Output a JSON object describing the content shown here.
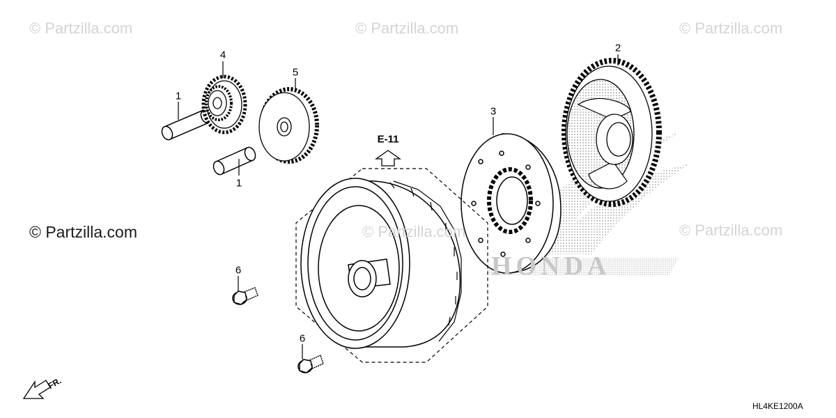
{
  "watermarks": {
    "faint": [
      "© Partzilla.com",
      "© Partzilla.com",
      "© Partzilla.com",
      "© Partzilla.com",
      "© Partzilla.com"
    ],
    "dark": "© Partzilla.com"
  },
  "brand_mark": "HONDA",
  "reference": "E-11",
  "diagram_code": "HL4KE1200A",
  "direction_label": "FR.",
  "callouts": [
    "1",
    "1",
    "2",
    "3",
    "4",
    "5",
    "6",
    "6"
  ],
  "colors": {
    "line": "#000000",
    "watermark": "#d4d4d4",
    "background": "#ffffff"
  }
}
